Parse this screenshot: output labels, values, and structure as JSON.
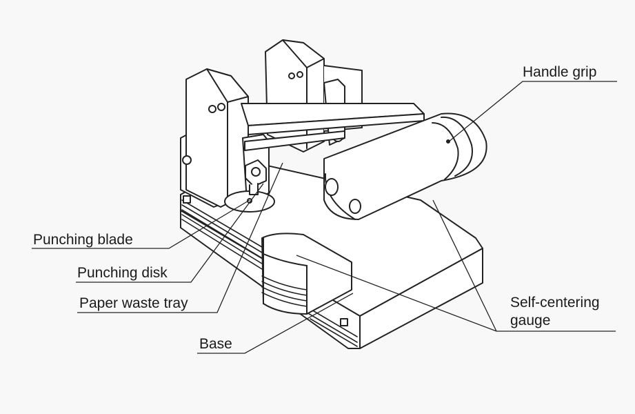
{
  "labels": {
    "handle_grip": "Handle grip",
    "punching_blade": "Punching blade",
    "punching_disk": "Punching disk",
    "paper_waste_tray": "Paper waste tray",
    "self_centering_line1": "Self-centering",
    "self_centering_line2": "gauge",
    "base": "Base"
  },
  "colors": {
    "line": "#222222",
    "background": "#f8f8f8",
    "fill": "#ffffff"
  }
}
